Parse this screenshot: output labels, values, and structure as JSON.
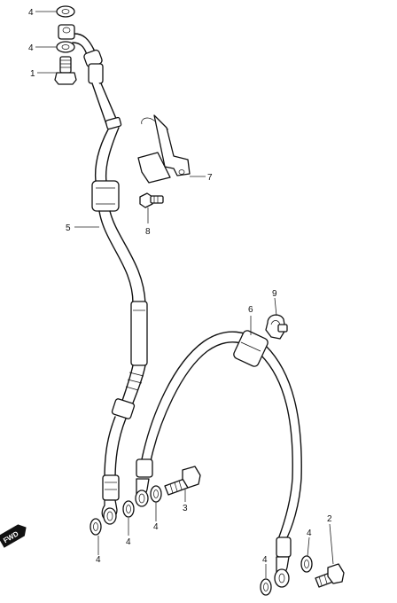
{
  "callouts": {
    "c1": "1",
    "c2": "2",
    "c3": "3",
    "c4a": "4",
    "c4b": "4",
    "c4c": "4",
    "c4d": "4",
    "c4e": "4",
    "c4f": "4",
    "c4g": "4",
    "c5": "5",
    "c6": "6",
    "c7": "7",
    "c8": "8",
    "c9": "9"
  },
  "fwd_badge": "FWD"
}
